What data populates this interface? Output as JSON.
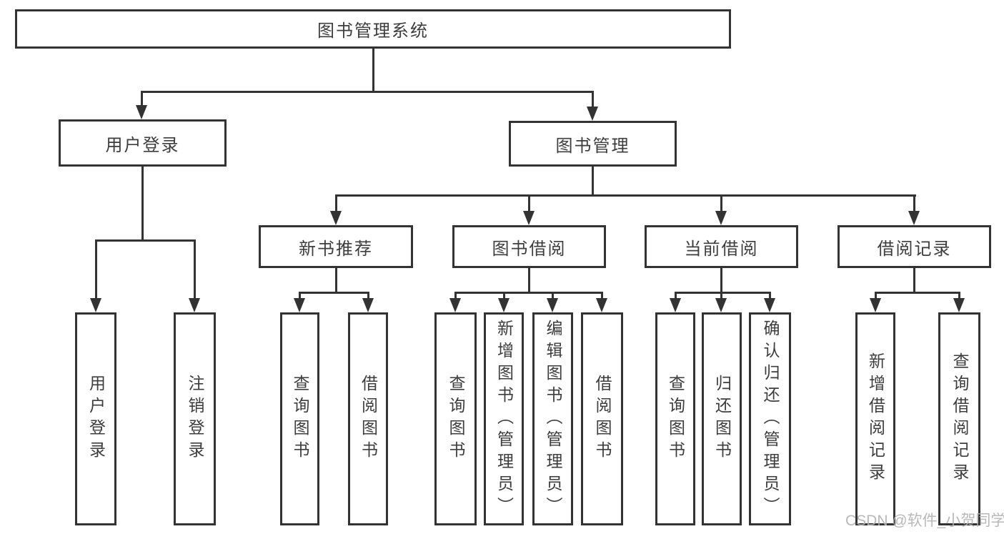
{
  "title": "图书管理系统",
  "tree": {
    "root": {
      "label": "图书管理系统"
    },
    "user_login": {
      "label": "用户登录",
      "children": [
        {
          "label": "用户登录"
        },
        {
          "label": "注销登录"
        }
      ]
    },
    "book_mgmt": {
      "label": "图书管理",
      "groups": [
        {
          "label": "新书推荐",
          "children": [
            {
              "label": "查询图书"
            },
            {
              "label": "借阅图书"
            }
          ]
        },
        {
          "label": "图书借阅",
          "children": [
            {
              "label": "查询图书"
            },
            {
              "label": "新增图书（管理员）"
            },
            {
              "label": "编辑图书（管理员）"
            },
            {
              "label": "借阅图书"
            }
          ]
        },
        {
          "label": "当前借阅",
          "children": [
            {
              "label": "查询图书"
            },
            {
              "label": "归还图书"
            },
            {
              "label": "确认归还（管理员）"
            }
          ]
        },
        {
          "label": "借阅记录",
          "children": [
            {
              "label": "新增借阅记录"
            },
            {
              "label": "查询借阅记录"
            }
          ]
        }
      ]
    }
  },
  "watermark": "CSDN @软件_小贺同学",
  "colors": {
    "line": "#333333",
    "text": "#3d3d3d",
    "watermark": "#b3b3b3",
    "background": "#ffffff"
  }
}
